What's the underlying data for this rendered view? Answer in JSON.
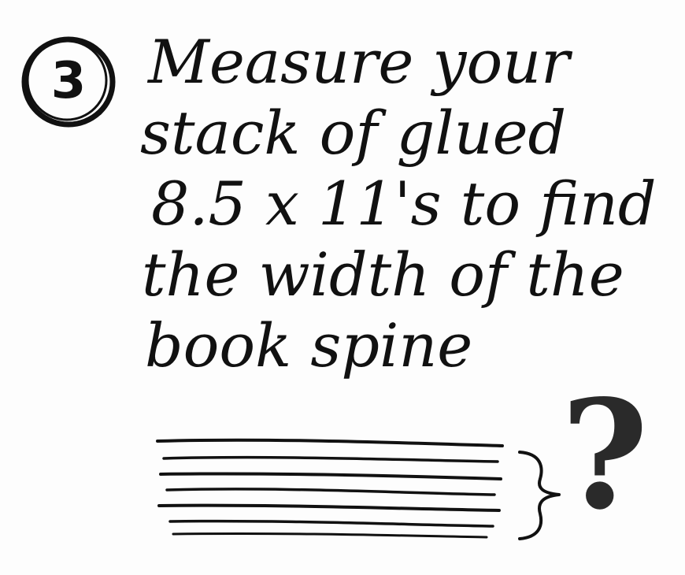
{
  "step": {
    "number": "3"
  },
  "instruction": {
    "lines": [
      "Measure your",
      "stack of glued",
      "8.5 x 11's to find",
      "the width of the",
      "book spine"
    ]
  },
  "illustration": {
    "icons": [
      "paper-stack-icon",
      "curly-brace-icon",
      "question-mark-icon"
    ],
    "question_mark": "?",
    "ink_color": "#111111"
  }
}
